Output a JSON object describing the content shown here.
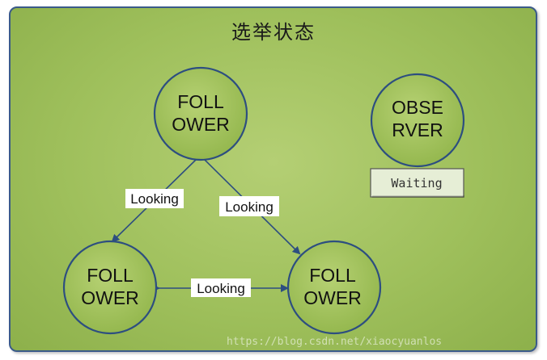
{
  "title": "选举状态",
  "nodes": {
    "top": {
      "line1": "FOLL",
      "line2": "OWER"
    },
    "bottom_left": {
      "line1": "FOLL",
      "line2": "OWER"
    },
    "bottom_right": {
      "line1": "FOLL",
      "line2": "OWER"
    },
    "observer": {
      "line1": "OBSE",
      "line2": "RVER"
    }
  },
  "edges": {
    "top_to_left": "Looking",
    "top_to_right": "Looking",
    "left_to_right": "Looking"
  },
  "observer_status": "Waiting",
  "watermark": "https://blog.csdn.net/xiaocyuanlos",
  "colors": {
    "panel_fill": "#9fc05c",
    "panel_border": "#3a5a8a",
    "node_fill": "#a3c35f",
    "node_border": "#2d4e80",
    "arrow": "#2d4e80",
    "status_fill": "#e6eed6"
  }
}
